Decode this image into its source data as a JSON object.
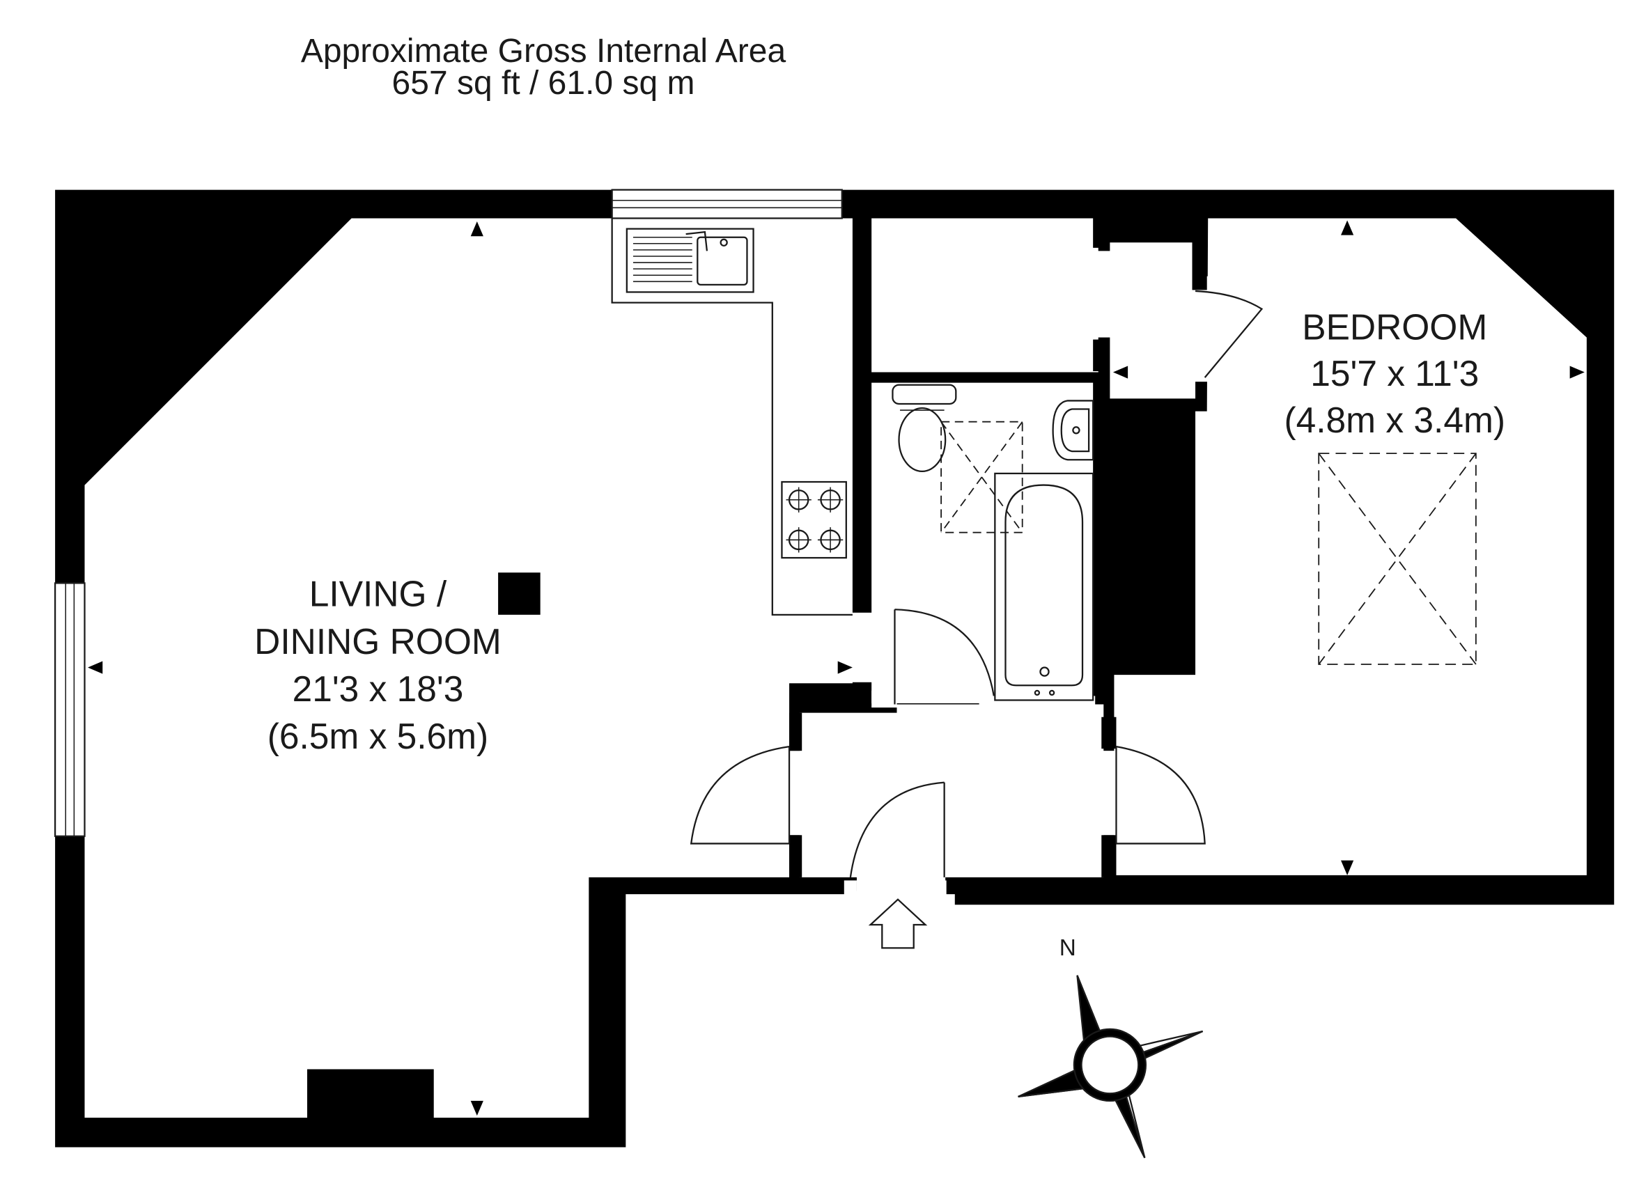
{
  "header": {
    "title": "Approximate Gross Internal Area",
    "area": "657 sq ft / 61.0 sq m"
  },
  "rooms": {
    "living": {
      "name_line1": "LIVING /",
      "name_line2": "DINING ROOM",
      "imperial": "21'3 x 18'3",
      "metric": "(6.5m x 5.6m)"
    },
    "bedroom": {
      "name": "BEDROOM",
      "imperial": "15'7 x 11'3",
      "metric": "(4.8m x 3.4m)"
    }
  },
  "compass": {
    "north_label": "N"
  },
  "colors": {
    "wall": "#000000",
    "line": "#1a1a1a",
    "background": "#ffffff"
  }
}
